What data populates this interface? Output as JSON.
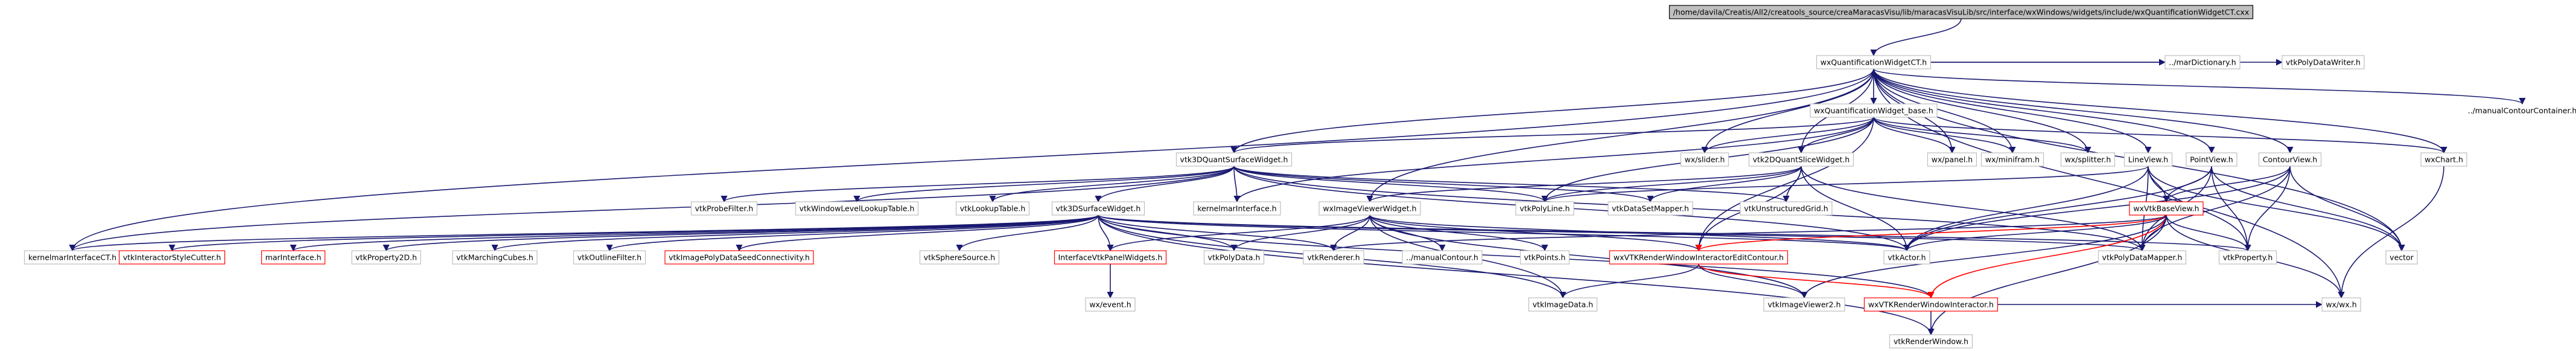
{
  "colors": {
    "background": "#ffffff",
    "node_fill": "#ffffff",
    "node_border": "#bfbfbf",
    "node_border_alert": "#ff0000",
    "root_fill": "#bfbfbf",
    "root_border": "#000000",
    "edge_dependency": "#191970",
    "edge_highlight": "#ff0000"
  },
  "nodes": [
    {
      "id": "root",
      "label": "/home/davila/Creatis/All2/creatools_source/creaMaracasVisu/lib/maracasVisuLib/src/interface/wxWindows/widgets/include/wxQuantificationWidgetCT.cxx",
      "style": "root"
    },
    {
      "id": "wxqwct",
      "label": "wxQuantificationWidgetCT.h"
    },
    {
      "id": "marDictionary",
      "label": "../marDictionary.h"
    },
    {
      "id": "vtkPolyDataWriter",
      "label": "vtkPolyDataWriter.h"
    },
    {
      "id": "wxqwbase",
      "label": "wxQuantificationWidget_base.h"
    },
    {
      "id": "manualContourContainer",
      "label": "../manualContourContainer.h",
      "style": "plain"
    },
    {
      "id": "vtk3dqsw",
      "label": "vtk3DQuantSurfaceWidget.h"
    },
    {
      "id": "vtk2dqsw",
      "label": "vtk2DQuantSliceWidget.h"
    },
    {
      "id": "wxpanel",
      "label": "wx/panel.h"
    },
    {
      "id": "wxminifram",
      "label": "wx/minifram.h"
    },
    {
      "id": "wxsplitter",
      "label": "wx/splitter.h"
    },
    {
      "id": "wxslider",
      "label": "wx/slider.h"
    },
    {
      "id": "lineview",
      "label": "LineView.h"
    },
    {
      "id": "pointview",
      "label": "PointView.h"
    },
    {
      "id": "contourview",
      "label": "ContourView.h"
    },
    {
      "id": "wxchart",
      "label": "wxChart.h"
    },
    {
      "id": "vtkProbeFilter",
      "label": "vtkProbeFilter.h"
    },
    {
      "id": "vtkWLLT",
      "label": "vtkWindowLevelLookupTable.h"
    },
    {
      "id": "vtkLookupTable",
      "label": "vtkLookupTable.h"
    },
    {
      "id": "vtk3dsw",
      "label": "vtk3DSurfaceWidget.h"
    },
    {
      "id": "kernelmarInterface",
      "label": "kernelmarInterface.h"
    },
    {
      "id": "wxivw",
      "label": "wxImageViewerWidget.h"
    },
    {
      "id": "vtkPolyLine",
      "label": "vtkPolyLine.h"
    },
    {
      "id": "vtkDataSetMapper",
      "label": "vtkDataSetMapper.h"
    },
    {
      "id": "vtkUnstructuredGrid",
      "label": "vtkUnstructuredGrid.h"
    },
    {
      "id": "wxvtkbaseview",
      "label": "wxVtkBaseView.h",
      "style": "alert"
    },
    {
      "id": "kernelmarCT",
      "label": "kernelmarInterfaceCT.h"
    },
    {
      "id": "vtkISCutter",
      "label": "vtkInteractorStyleCutter.h",
      "style": "alert"
    },
    {
      "id": "marInterface",
      "label": "marInterface.h",
      "style": "alert"
    },
    {
      "id": "vtkProperty2D",
      "label": "vtkProperty2D.h"
    },
    {
      "id": "vtkMarchingCubes",
      "label": "vtkMarchingCubes.h"
    },
    {
      "id": "vtkOutlineFilter",
      "label": "vtkOutlineFilter.h"
    },
    {
      "id": "vtkIPDSC",
      "label": "vtkImagePolyDataSeedConnectivity.h",
      "style": "alert"
    },
    {
      "id": "vtkSphereSource",
      "label": "vtkSphereSource.h"
    },
    {
      "id": "ivtkpw",
      "label": "InterfaceVtkPanelWidgets.h",
      "style": "alert"
    },
    {
      "id": "vtkPolyData",
      "label": "vtkPolyData.h"
    },
    {
      "id": "vtkRenderer",
      "label": "vtkRenderer.h"
    },
    {
      "id": "manualContour",
      "label": "../manualContour.h"
    },
    {
      "id": "vtkPoints",
      "label": "vtkPoints.h"
    },
    {
      "id": "wxvtkrwiec",
      "label": "wxVTKRenderWindowInteractorEditContour.h",
      "style": "alert"
    },
    {
      "id": "vtkActor",
      "label": "vtkActor.h"
    },
    {
      "id": "vtkPolyDataMapper",
      "label": "vtkPolyDataMapper.h"
    },
    {
      "id": "vtkProperty",
      "label": "vtkProperty.h"
    },
    {
      "id": "vector",
      "label": "vector"
    },
    {
      "id": "wxevent",
      "label": "wx/event.h"
    },
    {
      "id": "vtkImageData",
      "label": "vtkImageData.h"
    },
    {
      "id": "vtkImageViewer2",
      "label": "vtkImageViewer2.h"
    },
    {
      "id": "wxvtkrwi",
      "label": "wxVTKRenderWindowInteractor.h",
      "style": "alert"
    },
    {
      "id": "wxwx",
      "label": "wx/wx.h"
    },
    {
      "id": "vtkRenderWindow",
      "label": "vtkRenderWindow.h"
    }
  ],
  "edges": [
    [
      "root",
      "wxqwct"
    ],
    [
      "wxqwct",
      "marDictionary"
    ],
    [
      "wxqwct",
      "vtkPolyDataWriter"
    ],
    [
      "wxqwct",
      "wxqwbase"
    ],
    [
      "wxqwct",
      "manualContourContainer"
    ],
    [
      "wxqwct",
      "vtk3dqsw"
    ],
    [
      "wxqwct",
      "vtk2dqsw"
    ],
    [
      "wxqwct",
      "wxivw"
    ],
    [
      "wxqwct",
      "wxslider"
    ],
    [
      "wxqwct",
      "wxminifram"
    ],
    [
      "wxqwct",
      "wxsplitter"
    ],
    [
      "wxqwct",
      "wxpanel"
    ],
    [
      "wxqwct",
      "lineview"
    ],
    [
      "wxqwct",
      "pointview"
    ],
    [
      "wxqwct",
      "contourview"
    ],
    [
      "wxqwct",
      "wxchart"
    ],
    [
      "wxqwct",
      "kernelmarCT"
    ],
    [
      "wxqwct",
      "vector"
    ],
    [
      "wxqwct",
      "wxwx"
    ],
    [
      "wxqwbase",
      "vtk3dqsw"
    ],
    [
      "wxqwbase",
      "vtk2dqsw"
    ],
    [
      "wxqwbase",
      "wxpanel"
    ],
    [
      "wxqwbase",
      "wxminifram"
    ],
    [
      "wxqwbase",
      "wxsplitter"
    ],
    [
      "wxqwbase",
      "wxslider"
    ],
    [
      "wxqwbase",
      "wxchart"
    ],
    [
      "wxqwbase",
      "kernelmarInterface"
    ],
    [
      "wxqwbase",
      "wxvtkrwiec"
    ],
    [
      "wxqwbase",
      "vtkPolyLine"
    ],
    [
      "vtk3dqsw",
      "vtkProbeFilter"
    ],
    [
      "vtk3dqsw",
      "vtkWLLT"
    ],
    [
      "vtk3dqsw",
      "vtkLookupTable"
    ],
    [
      "vtk3dqsw",
      "vtk3dsw"
    ],
    [
      "vtk3dqsw",
      "kernelmarInterface"
    ],
    [
      "vtk3dqsw",
      "vtkPolyLine"
    ],
    [
      "vtk3dqsw",
      "vtkDataSetMapper"
    ],
    [
      "vtk3dqsw",
      "vtkUnstructuredGrid"
    ],
    [
      "vtk3dqsw",
      "kernelmarCT"
    ],
    [
      "vtk3dqsw",
      "vtkActor"
    ],
    [
      "vtk3dqsw",
      "vtkPolyDataMapper"
    ],
    [
      "vtk2dqsw",
      "wxivw"
    ],
    [
      "vtk2dqsw",
      "vtkPolyLine"
    ],
    [
      "vtk2dqsw",
      "vtkDataSetMapper"
    ],
    [
      "vtk2dqsw",
      "vtkUnstructuredGrid"
    ],
    [
      "vtk2dqsw",
      "vtkActor"
    ],
    [
      "vtk2dqsw",
      "vtkPolyDataMapper"
    ],
    [
      "vtk2dqsw",
      "wxvtkrwiec"
    ],
    [
      "vtk3dsw",
      "kernelmarCT"
    ],
    [
      "vtk3dsw",
      "vtkISCutter"
    ],
    [
      "vtk3dsw",
      "marInterface"
    ],
    [
      "vtk3dsw",
      "vtkProperty2D"
    ],
    [
      "vtk3dsw",
      "vtkMarchingCubes"
    ],
    [
      "vtk3dsw",
      "vtkOutlineFilter"
    ],
    [
      "vtk3dsw",
      "vtkIPDSC"
    ],
    [
      "vtk3dsw",
      "vtkSphereSource"
    ],
    [
      "vtk3dsw",
      "ivtkpw"
    ],
    [
      "vtk3dsw",
      "vtkPolyData"
    ],
    [
      "vtk3dsw",
      "vtkRenderer"
    ],
    [
      "vtk3dsw",
      "vtkImageData"
    ],
    [
      "vtk3dsw",
      "wxvtkrwi"
    ],
    [
      "vtk3dsw",
      "vtkActor"
    ],
    [
      "vtk3dsw",
      "vtkPolyDataMapper"
    ],
    [
      "vtk3dsw",
      "vtkProperty"
    ],
    [
      "vtk3dsw",
      "vtkRenderWindow"
    ],
    [
      "wxivw",
      "manualContour"
    ],
    [
      "wxivw",
      "vtkPoints"
    ],
    [
      "wxivw",
      "wxvtkrwiec"
    ],
    [
      "wxivw",
      "vtkImageData"
    ],
    [
      "wxivw",
      "vtkRenderer"
    ],
    [
      "wxivw",
      "vtkPolyData"
    ],
    [
      "wxivw",
      "ivtkpw"
    ],
    [
      "wxivw",
      "vtkImageViewer2"
    ],
    [
      "wxivw",
      "vtkActor"
    ],
    [
      "lineview",
      "wxvtkbaseview"
    ],
    [
      "lineview",
      "vtkActor"
    ],
    [
      "lineview",
      "vtkPolyDataMapper"
    ],
    [
      "lineview",
      "vtkProperty"
    ],
    [
      "lineview",
      "vector"
    ],
    [
      "lineview",
      "vtkPolyLine"
    ],
    [
      "pointview",
      "wxvtkbaseview"
    ],
    [
      "pointview",
      "vtkActor"
    ],
    [
      "pointview",
      "vtkPolyDataMapper"
    ],
    [
      "pointview",
      "vtkProperty"
    ],
    [
      "pointview",
      "vector"
    ],
    [
      "contourview",
      "wxvtkbaseview"
    ],
    [
      "contourview",
      "vtkActor"
    ],
    [
      "contourview",
      "vtkPolyDataMapper"
    ],
    [
      "contourview",
      "vtkProperty"
    ],
    [
      "contourview",
      "vector"
    ],
    [
      "wxvtkbaseview",
      "vtkRenderer"
    ],
    [
      "wxvtkbaseview",
      "wxvtkrwiec"
    ],
    [
      "wxvtkbaseview",
      "vtkImageViewer2"
    ],
    [
      "wxvtkbaseview",
      "wxvtkrwi"
    ],
    [
      "wxvtkbaseview",
      "vtkActor"
    ],
    [
      "wxvtkbaseview",
      "vtkPolyDataMapper"
    ],
    [
      "wxvtkbaseview",
      "vtkProperty"
    ],
    [
      "wxvtkbaseview",
      "wxwx"
    ],
    [
      "wxvtkbaseview",
      "vtkRenderWindow"
    ],
    [
      "ivtkpw",
      "wxevent"
    ],
    [
      "wxvtkrwiec",
      "vtkImageData"
    ],
    [
      "wxvtkrwiec",
      "vtkImageViewer2"
    ],
    [
      "wxvtkrwiec",
      "wxvtkrwi"
    ],
    [
      "wxvtkrwi",
      "vtkRenderWindow"
    ],
    [
      "wxvtkrwi",
      "wxwx"
    ],
    [
      "wxchart",
      "wxwx"
    ]
  ]
}
